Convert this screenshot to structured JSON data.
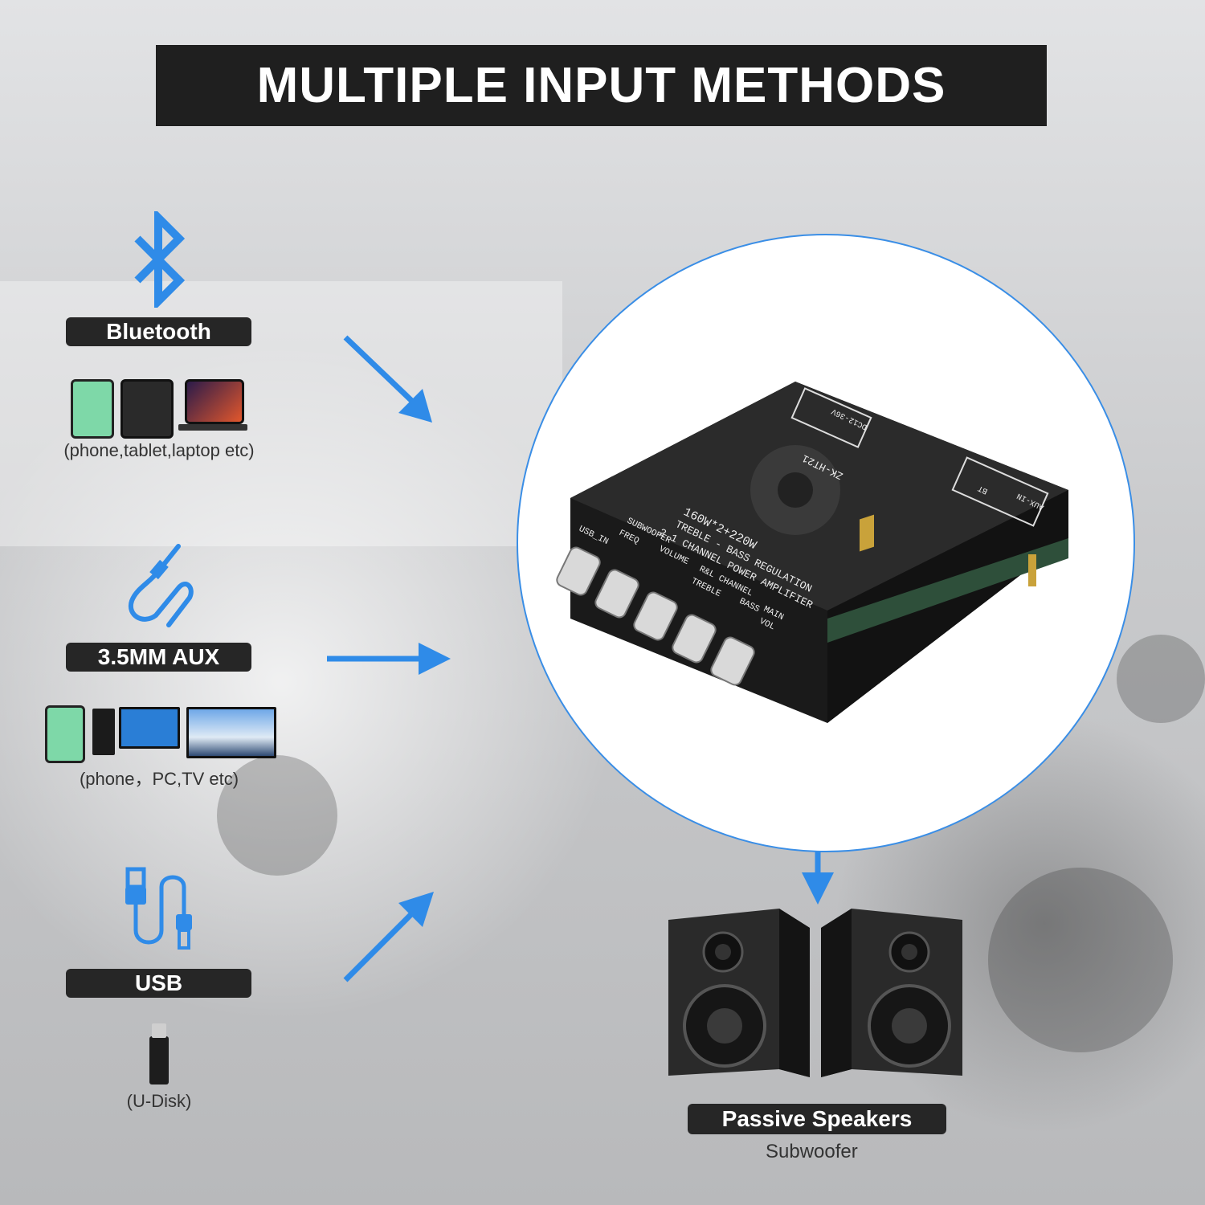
{
  "banner": {
    "title": "MULTIPLE INPUT METHODS"
  },
  "inputs": {
    "bluetooth": {
      "label": "Bluetooth",
      "caption": "(phone,tablet,laptop etc)"
    },
    "aux": {
      "label": "3.5MM AUX",
      "caption": "(phone，PC,TV etc)"
    },
    "usb": {
      "label": "USB",
      "caption": "(U-Disk)"
    }
  },
  "amplifier": {
    "model": "ZK-HT21",
    "power": "160W*2+220W",
    "line1": "TREBLE - BASS REGULATION",
    "line2": "2.1 CHANNEL POWER AMPLIFIER",
    "sub_label": "SUBWOOFER",
    "freq": "FREQ",
    "volume": "VOLUME",
    "rsl": "R&L CHANNEL",
    "treble": "TREBLE",
    "bass": "BASS",
    "main": "MAIN",
    "vol": "VOL",
    "usb_in": "USB_IN",
    "aux_in": "AUX-IN",
    "bt": "BT",
    "dc": "DC12-36V"
  },
  "output": {
    "label": "Passive Speakers",
    "caption": "Subwoofer"
  },
  "colors": {
    "accent": "#2f8be8",
    "pill": "#262626",
    "banner": "#1f1f1f"
  }
}
